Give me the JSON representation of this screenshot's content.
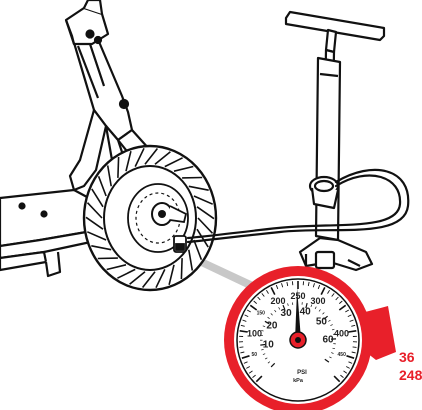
{
  "colors": {
    "line": "#111111",
    "accent": "#e8202a",
    "highlight": "#c8c8c8",
    "paper": "#ffffff"
  },
  "gauge": {
    "units_psi": "PSI",
    "units_kpa": "kPa",
    "kpa_major": [
      "100",
      "200",
      "250",
      "300",
      "400"
    ],
    "kpa_minor": [
      "50",
      "150",
      "450"
    ],
    "psi": [
      "10",
      "20",
      "30",
      "40",
      "50",
      "60"
    ],
    "needle_reading_psi": 36
  },
  "callout": {
    "psi_value": "36",
    "kpa_value": "248"
  }
}
